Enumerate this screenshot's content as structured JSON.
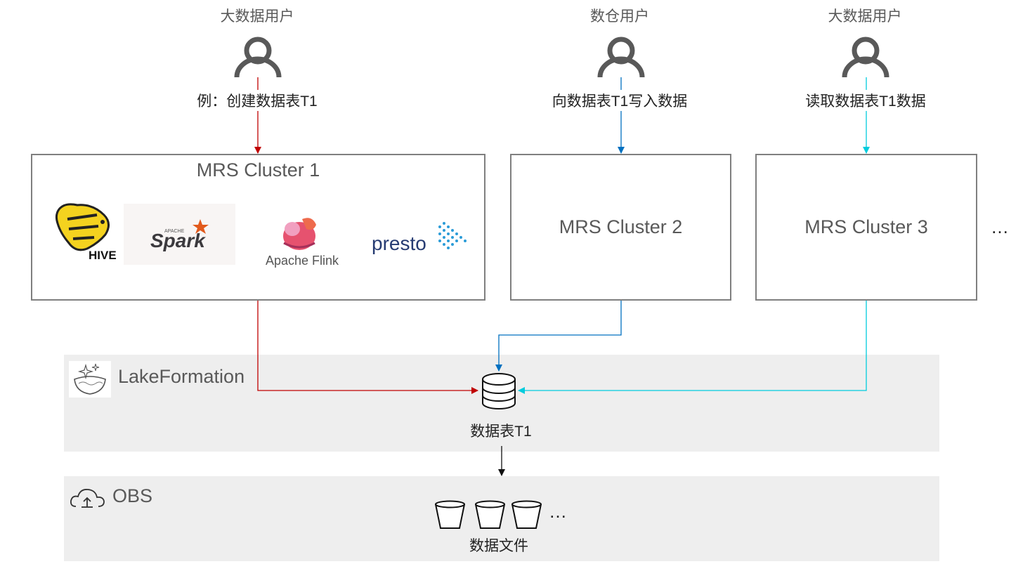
{
  "users": [
    {
      "role": "大数据用户",
      "action": "例：创建数据表T1",
      "color": "#c00000"
    },
    {
      "role": "数仓用户",
      "action": "向数据表T1写入数据",
      "color": "#0070c0"
    },
    {
      "role": "大数据用户",
      "action": "读取数据表T1数据",
      "color": "#00ccdd"
    }
  ],
  "clusters": [
    {
      "title": "MRS Cluster 1",
      "components": [
        "HIVE",
        "Spark",
        "Apache Flink",
        "presto"
      ]
    },
    {
      "title": "MRS Cluster 2"
    },
    {
      "title": "MRS Cluster 3"
    }
  ],
  "more_clusters": "…",
  "logos": {
    "spark_top": "APACHE",
    "spark": "Spark",
    "hive": "HIVE",
    "flink": "Apache Flink",
    "presto": "presto"
  },
  "lakeformation": {
    "title": "LakeFormation",
    "table_label": "数据表T1"
  },
  "obs": {
    "title": "OBS",
    "files_label": "数据文件",
    "more": "…"
  }
}
